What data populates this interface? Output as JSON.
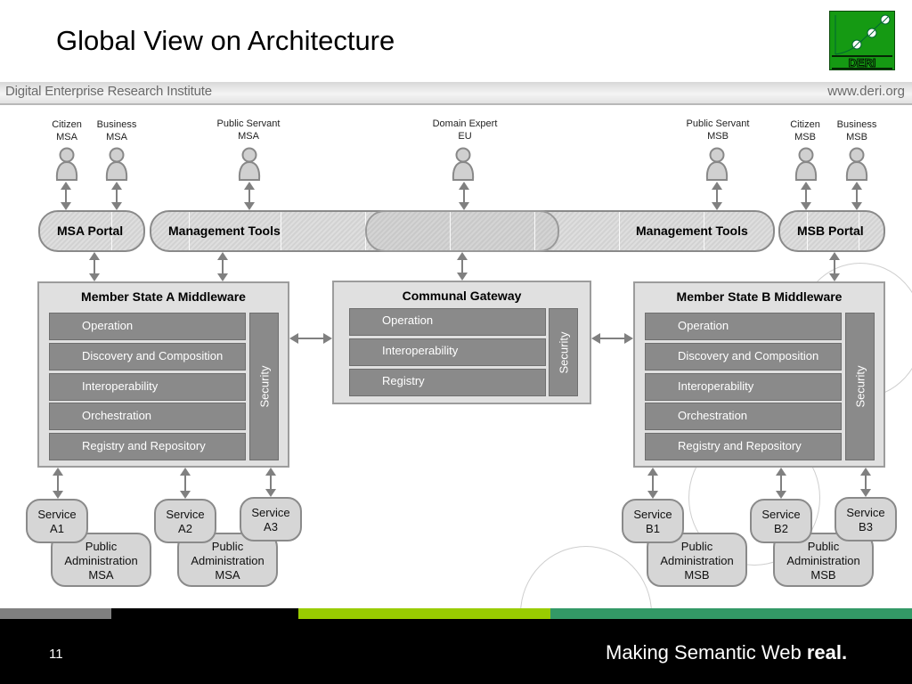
{
  "header": {
    "title": "Global View on Architecture",
    "logo_text": "DERI",
    "banner_left": "Digital Enterprise Research Institute",
    "banner_right": "www.deri.org"
  },
  "actors": [
    {
      "line1": "Citizen",
      "line2": "MSA"
    },
    {
      "line1": "Business",
      "line2": "MSA"
    },
    {
      "line1": "Public Servant",
      "line2": "MSA"
    },
    {
      "line1": "Domain Expert",
      "line2": "EU"
    },
    {
      "line1": "Public Servant",
      "line2": "MSB"
    },
    {
      "line1": "Citizen",
      "line2": "MSB"
    },
    {
      "line1": "Business",
      "line2": "MSB"
    }
  ],
  "bars": {
    "msa_portal": "MSA Portal",
    "management_tools_left": "Management Tools",
    "management_tools_right": "Management Tools",
    "msb_portal": "MSB Portal"
  },
  "middleware_a": {
    "title": "Member State A Middleware",
    "layers": [
      "Operation",
      "Discovery and Composition",
      "Interoperability",
      "Orchestration",
      "Registry and Repository"
    ],
    "security": "Security"
  },
  "gateway": {
    "title": "Communal Gateway",
    "layers": [
      "Operation",
      "Interoperability",
      "Registry"
    ],
    "security": "Security"
  },
  "middleware_b": {
    "title": "Member State B Middleware",
    "layers": [
      "Operation",
      "Discovery and Composition",
      "Interoperability",
      "Orchestration",
      "Registry and Repository"
    ],
    "security": "Security"
  },
  "services": {
    "a1": {
      "line1": "Service",
      "line2": "A1"
    },
    "a2": {
      "line1": "Service",
      "line2": "A2"
    },
    "a3": {
      "line1": "Service",
      "line2": "A3"
    },
    "b1": {
      "line1": "Service",
      "line2": "B1"
    },
    "b2": {
      "line1": "Service",
      "line2": "B2"
    },
    "b3": {
      "line1": "Service",
      "line2": "B3"
    },
    "pa_msa": {
      "line1": "Public",
      "line2": "Administration",
      "line3": "MSA"
    },
    "pa_msb": {
      "line1": "Public",
      "line2": "Administration",
      "line3": "MSB"
    }
  },
  "footer": {
    "page_number": "11",
    "tagline_regular": "Making Semantic Web ",
    "tagline_bold": "real.",
    "bar_colors": [
      "#808080",
      "#000000",
      "#99cc00",
      "#339966"
    ]
  }
}
